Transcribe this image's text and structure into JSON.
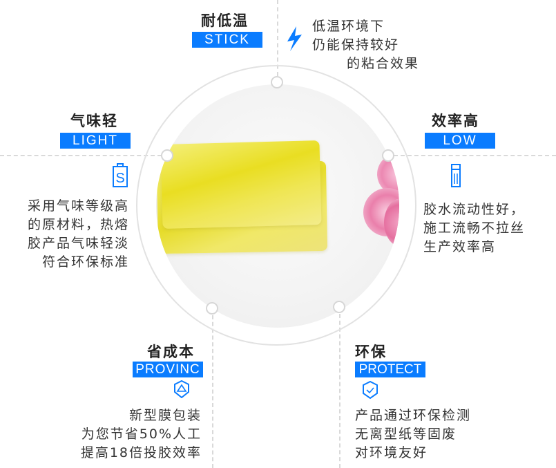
{
  "theme": {
    "accent": "#0a7cff",
    "text": "#333333",
    "title": "#222222",
    "line": "#d9d9d9",
    "product_yellow": "#e9e02a",
    "flower_pink": "#f2a6c6"
  },
  "features": {
    "top": {
      "title": "耐低温",
      "badge": "STICK",
      "icon": "lightning-icon",
      "desc": [
        "低温环境下",
        "仍能保持较好",
        "的粘合效果"
      ]
    },
    "left": {
      "title": "气味轻",
      "badge": "LIGHT",
      "icon": "battery-s-icon",
      "desc": [
        "采用气味等级高",
        "的原材料，热熔",
        "胶产品气味轻淡",
        "符合环保标准"
      ]
    },
    "right": {
      "title": "效率高",
      "badge": "LOW",
      "icon": "tube-icon",
      "desc": [
        "胶水流动性好，",
        "施工流畅不拉丝",
        "生产效率高"
      ]
    },
    "bottom_left": {
      "title": "省成本",
      "badge": "PROVINC",
      "icon": "shield-triangle-icon",
      "desc": [
        "新型膜包装",
        "为您节省50%人工",
        "提高18倍投胶效率"
      ]
    },
    "bottom_right": {
      "title": "环保",
      "badge": "PROTECT",
      "icon": "shield-check-icon",
      "desc": [
        "产品通过环保检测",
        "无离型纸等固废",
        "对环境友好"
      ]
    }
  },
  "center": {
    "image": "hot-melt-glue-bags-with-pink-flowers"
  }
}
